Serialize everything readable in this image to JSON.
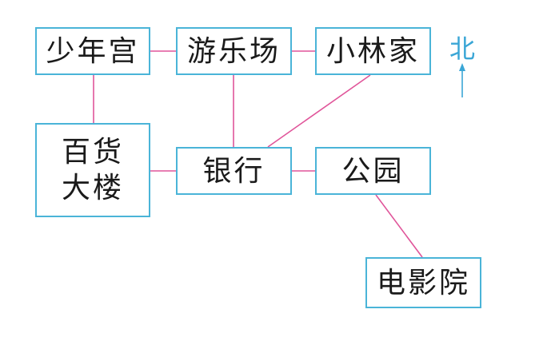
{
  "colors": {
    "box_border": "#4ab4d8",
    "connector": "#e0559a",
    "north": "#3aa6d6",
    "text": "#1a1a1a"
  },
  "nodes": {
    "shaoniangong": "少年宫",
    "youlechang": "游乐场",
    "xiaolinjia": "小林家",
    "baihuo_line1": "百货",
    "baihuo_line2": "大楼",
    "yinhang": "银行",
    "gongyuan": "公园",
    "dianyingyuan": "电影院"
  },
  "compass": {
    "label": "北",
    "icon": "up-arrow-icon"
  }
}
